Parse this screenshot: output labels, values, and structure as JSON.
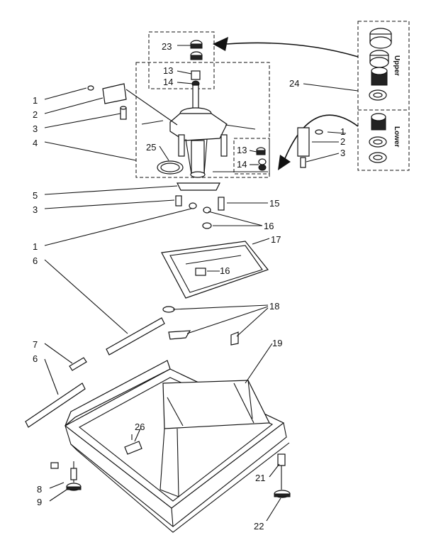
{
  "callouts": {
    "c1a": "1",
    "c2a": "2",
    "c3a": "3",
    "c4": "4",
    "c1b": "1",
    "c2b": "2",
    "c3b": "3",
    "c5": "5",
    "c3c": "3",
    "c15": "15",
    "c16a": "16",
    "c17": "17",
    "c1c": "1",
    "c6a": "6",
    "c16b": "16",
    "c18": "18",
    "c7": "7",
    "c6b": "6",
    "c19": "19",
    "c26": "26",
    "c8": "8",
    "c9": "9",
    "c21": "21",
    "c22": "22",
    "c23": "23",
    "c13a": "13",
    "c14a": "14",
    "c25": "25",
    "c13b": "13",
    "c14b": "14",
    "c24": "24"
  },
  "bearing_kit": {
    "upper": "Upper",
    "lower": "Lower"
  }
}
